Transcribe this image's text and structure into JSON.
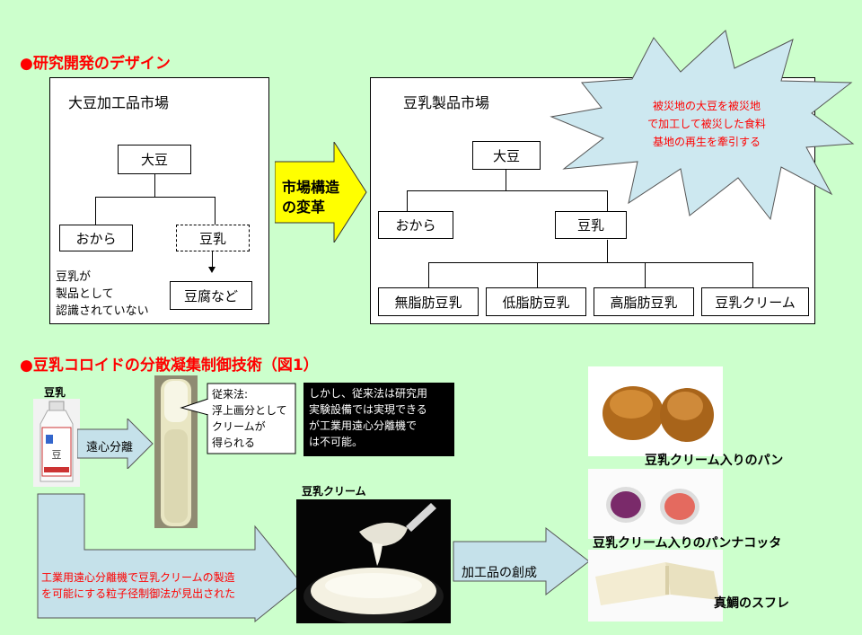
{
  "section1": {
    "title": "●研究開発のデザイン",
    "left_panel": {
      "title": "大豆加工品市場",
      "soybean": "大豆",
      "okara": "おから",
      "soymilk": "豆乳",
      "tofu": "豆腐など",
      "note": [
        "豆乳が",
        "製品として",
        "認識されていない"
      ]
    },
    "arrow_label": [
      "市場構造",
      "の変革"
    ],
    "right_panel": {
      "title": "豆乳製品市場",
      "soybean": "大豆",
      "okara": "おから",
      "soymilk": "豆乳",
      "products": [
        "無脂肪豆乳",
        "低脂肪豆乳",
        "高脂肪豆乳",
        "豆乳クリーム"
      ]
    },
    "burst_text": [
      "被災地の大豆を被災地",
      "で加工して被災した食料",
      "基地の再生を牽引する"
    ]
  },
  "section2": {
    "title": "●豆乳コロイドの分散凝集制御技術（図1）",
    "soymilk_label": "豆乳",
    "centrifuge_label": "遠心分離",
    "callout_white": [
      "従来法:",
      "浮上画分として",
      "クリームが",
      "得られる"
    ],
    "callout_black": [
      "しかし、従来法は研究用",
      "実験設備では実現できる",
      "が工業用遠心分離機で",
      "は不可能。"
    ],
    "cream_label": "豆乳クリーム",
    "bottom_arrow_text": [
      "工業用遠心分離機で豆乳クリームの製造",
      "を可能にする粒子径制御法が見出された"
    ],
    "processed_label": "加工品の創成",
    "products": [
      "豆乳クリーム入りのパン",
      "豆乳クリーム入りのパンナコッタ",
      "真鯛のスフレ"
    ]
  },
  "colors": {
    "background": "#ccffcc",
    "title_red": "#ff0000",
    "arrow_yellow": "#ffff00",
    "arrow_blue": "#c5e1ea",
    "burst_blue": "#cde8f0"
  }
}
